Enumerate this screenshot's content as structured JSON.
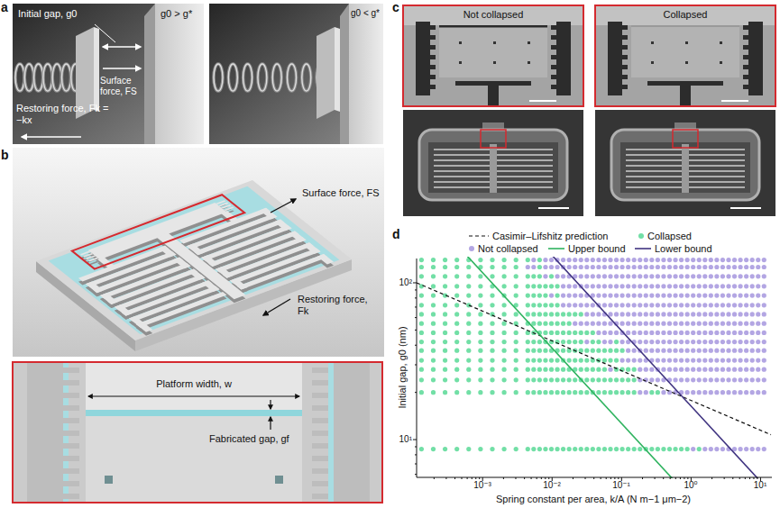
{
  "diagram": {
    "labels": [
      "a",
      "Initial gap, g0",
      "g0 > g*",
      "Surface force, FS",
      "Restoring force, Fk = −kx",
      "g0 < g*",
      "b",
      "Surface force, FS",
      "Restoring force, Fk",
      "Platform width, w",
      "Fabricated gap, gf",
      "c",
      "Not collapsed",
      "Collapsed",
      "d",
      "Initial gap, g0 (nm)",
      "Spring constant per area, k/A (N m−1 μm−2)",
      "10²",
      "10¹",
      "10⁻³",
      "10⁻²",
      "10⁻¹",
      "10⁰",
      "10¹"
    ],
    "legend": [
      {
        "text": "Casimir–Lifshitz prediction"
      },
      {
        "text": "Collapsed",
        "color": "#72dfa6"
      },
      {
        "text": "Not collapsed",
        "color": "#b3a6e3"
      },
      {
        "text": "Upper bound"
      },
      {
        "text": "Lower bound"
      }
    ]
  }
}
